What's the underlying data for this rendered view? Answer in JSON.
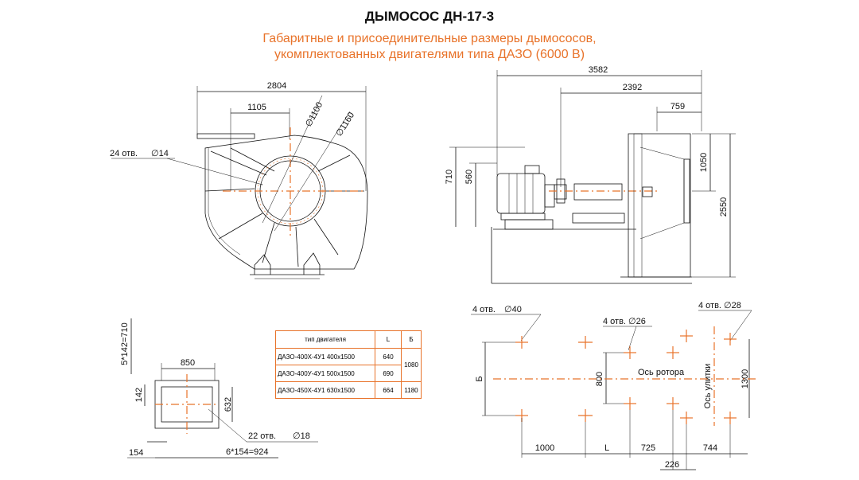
{
  "title": "ДЫМОСОС ДН-17-3",
  "subtitle_line1": "Габаритные и присоединительные размеры дымососов,",
  "subtitle_line2": "укомплектованных двигателями типа ДАЗО (6000 В)",
  "front_view": {
    "dim_width": "2804",
    "dim_offset": "1105",
    "dim_d1": "∅1100",
    "dim_d2": "∅1160",
    "holes": "24 отв.",
    "holes_d": "∅14"
  },
  "side_view": {
    "dim_total": "3582",
    "dim_mid": "2392",
    "dim_right": "759",
    "dim_h1": "710",
    "dim_h2": "560",
    "dim_h3": "1050",
    "dim_h4": "2550"
  },
  "flange_view": {
    "dim_vert_total": "5*142=710",
    "dim_width": "850",
    "dim_142": "142",
    "dim_632": "632",
    "holes": "22  отв.",
    "holes_d": "∅18",
    "dim_154": "154",
    "dim_horiz_total": "6*154=924"
  },
  "table": {
    "headers": [
      "тип двигателя",
      "L",
      "Б"
    ],
    "rows": [
      {
        "type": "ДАЗО-400Х-4У1 400х1500",
        "L": "640",
        "B": "1080"
      },
      {
        "type": "ДАЗО-400У-4У1 500х1500",
        "L": "690",
        "B": ""
      },
      {
        "type": "ДАЗО-450Х-4У1 630х1500",
        "L": "664",
        "B": "1180"
      }
    ]
  },
  "foundation_view": {
    "holes1": "4 отв.",
    "holes1_d": "∅40",
    "holes2": "4 отв.",
    "holes2_d": "∅26",
    "holes3": "4 отв.",
    "holes3_d": "∅28",
    "dim_B": "Б",
    "dim_800": "800",
    "rotor_axis": "Ось ротора",
    "volute_axis": "Ось улитки",
    "dim_1300": "1300",
    "dim_1000": "1000",
    "dim_L": "L",
    "dim_725": "725",
    "dim_744": "744",
    "dim_226": "226"
  }
}
